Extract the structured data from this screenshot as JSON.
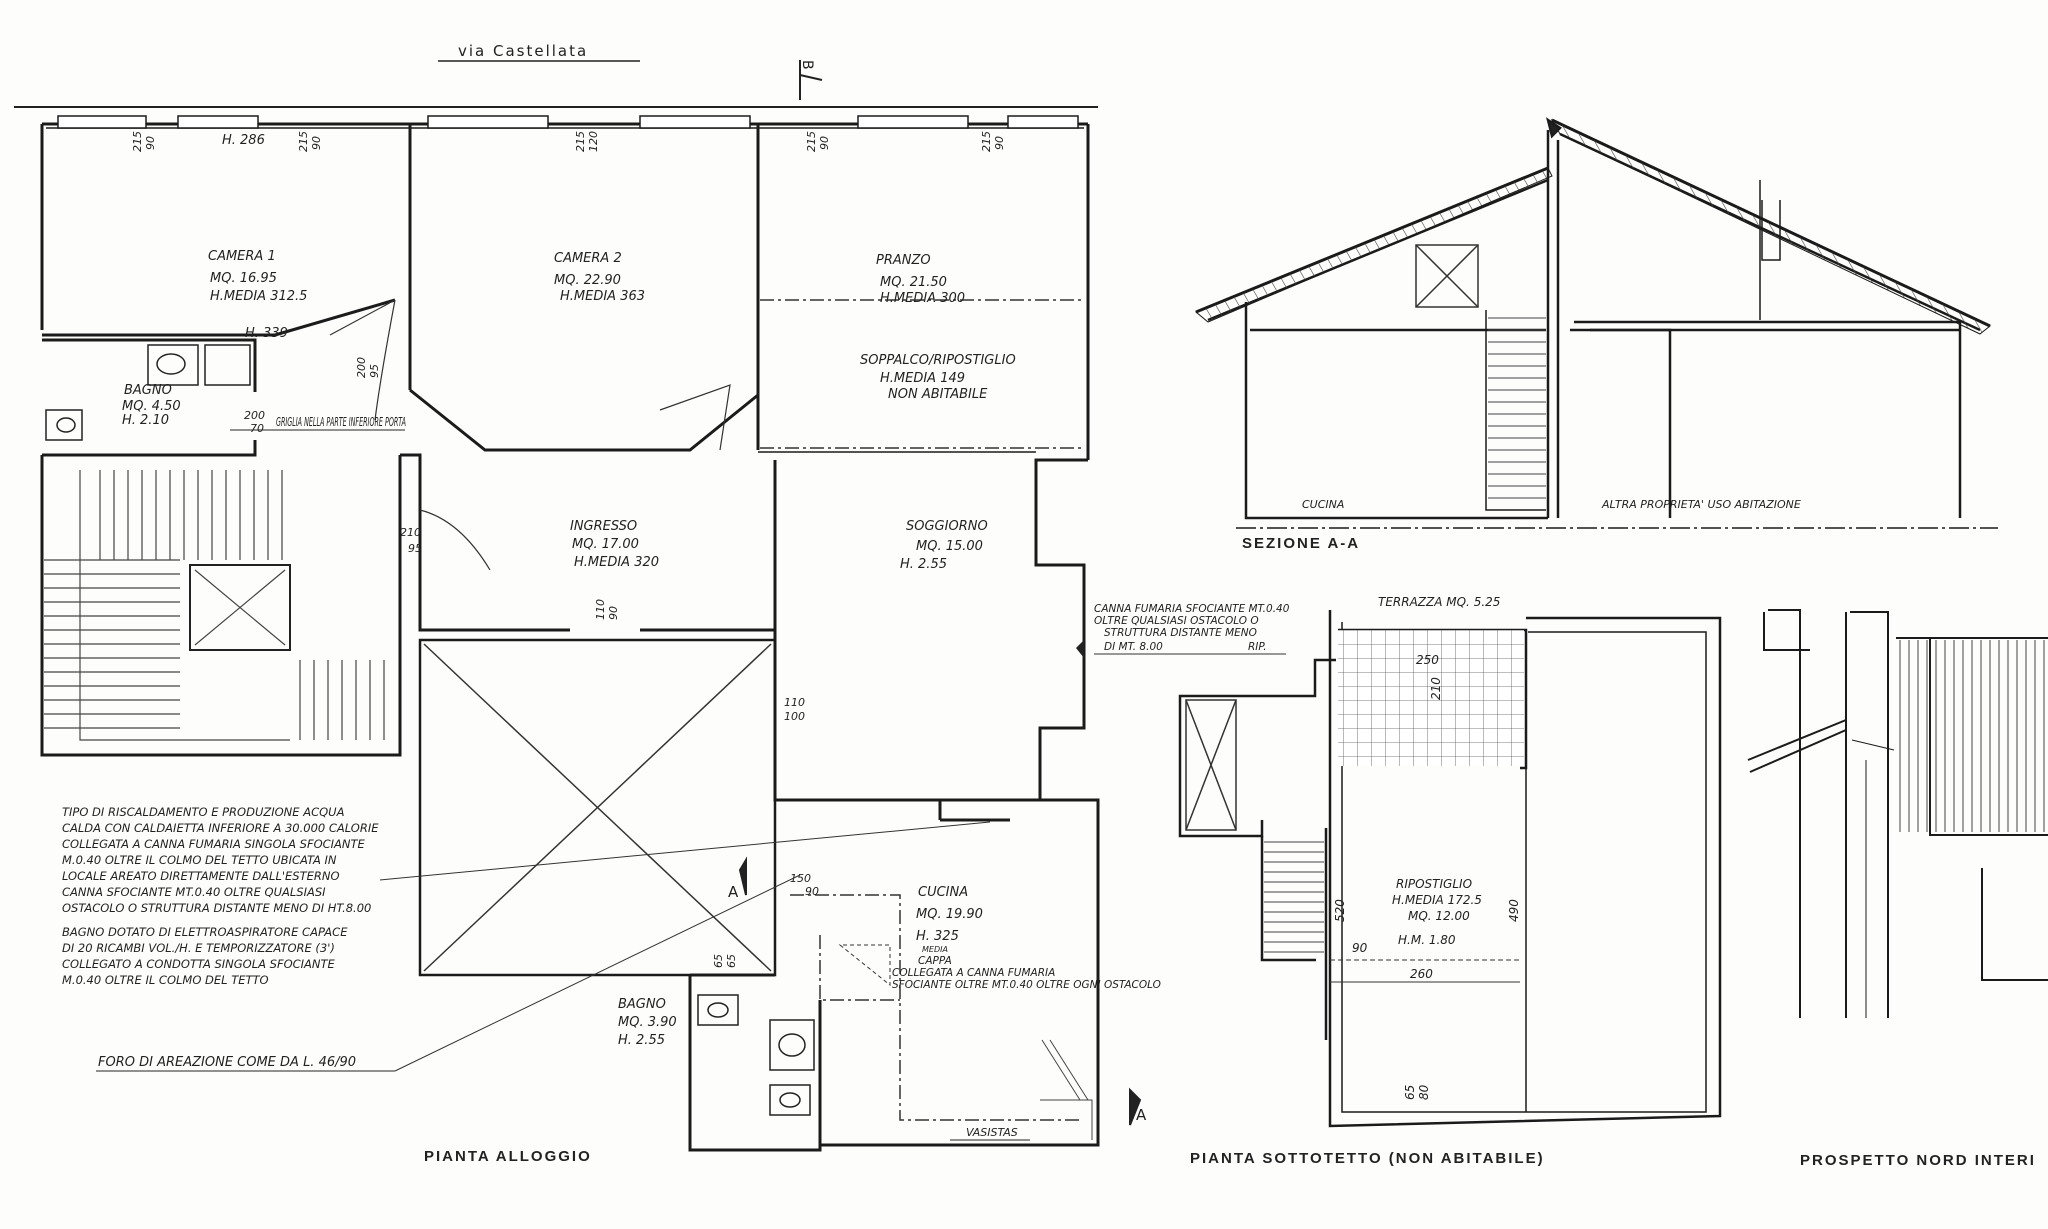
{
  "street": "via Castellata",
  "sheet_titles": {
    "pianta_alloggio": "PIANTA ALLOGGIO",
    "pianta_sottotetto": "PIANTA SOTTOTETTO (NON ABITABILE)",
    "prospetto": "PROSPETTO NORD INTERI",
    "sezione": "SEZIONE A-A"
  },
  "rooms": {
    "camera1": {
      "name": "CAMERA 1",
      "area": "MQ. 16.95",
      "height": "H.MEDIA 312.5"
    },
    "camera2": {
      "name": "CAMERA 2",
      "area": "MQ. 22.90",
      "height": "H.MEDIA 363"
    },
    "pranzo": {
      "name": "PRANZO",
      "area": "MQ. 21.50",
      "height": "H.MEDIA 300"
    },
    "soppalco": {
      "name": "SOPPALCO/RIPOSTIGLIO",
      "height": "H.MEDIA 149",
      "note": "NON ABITABILE"
    },
    "bagno1": {
      "name": "BAGNO",
      "area": "MQ. 4.50",
      "height": "H. 2.10"
    },
    "ingresso": {
      "name": "INGRESSO",
      "area": "MQ. 17.00",
      "height": "H.MEDIA 320"
    },
    "soggiorno": {
      "name": "SOGGIORNO",
      "area": "MQ. 15.00",
      "height": "H. 2.55"
    },
    "cucina": {
      "name": "CUCINA",
      "area": "MQ. 19.90",
      "height": "H. 325",
      "height_note": "MEDIA"
    },
    "bagno2": {
      "name": "BAGNO",
      "area": "MQ. 3.90",
      "height": "H. 2.55"
    },
    "ripostiglio": {
      "name": "RIPOSTIGLIO",
      "height": "H.MEDIA 172.5",
      "area": "MQ. 12.00",
      "extra": "H.M. 1.80"
    },
    "terrazza": {
      "name": "TERRAZZA MQ. 5.25"
    }
  },
  "heights": {
    "h286": "H. 286",
    "h339": "H. 339"
  },
  "dimensions": {
    "w1": "215",
    "w1b": "90",
    "w2": "215",
    "w2b": "90",
    "w3": "215",
    "w3b": "120",
    "w4": "215",
    "w4b": "90",
    "w5": "215",
    "w5b": "90",
    "d1": "200",
    "d1b": "95",
    "d2": "200",
    "d2b": "70",
    "d3": "210",
    "d3b": "95",
    "d4": "110",
    "d4b": "90",
    "d5": "110",
    "d5b": "100",
    "d6": "150",
    "d6b": "90",
    "d7": "65",
    "d7b": "65",
    "t1": "250",
    "t2": "210",
    "t3": "520",
    "t4": "490",
    "t5": "90",
    "t6": "260",
    "t7": "65",
    "t8": "80"
  },
  "notes": {
    "griglia": "GRIGLIA NELLA PARTE INFERIORE PORTA",
    "riscaldamento": [
      "TIPO DI RISCALDAMENTO E PRODUZIONE ACQUA",
      "CALDA CON CALDAIETTA INFERIORE A 30.000 CALORIE",
      "COLLEGATA A CANNA FUMARIA SINGOLA SFOCIANTE",
      "M.0.40 OLTRE IL COLMO DEL TETTO UBICATA IN",
      "LOCALE AREATO DIRETTAMENTE DALL'ESTERNO",
      "CANNA SFOCIANTE MT.0.40 OLTRE QUALSIASI",
      "OSTACOLO O STRUTTURA DISTANTE MENO DI HT.8.00",
      "BAGNO DOTATO DI ELETTROASPIRATORE CAPACE",
      "DI 20 RICAMBI VOL./H. E TEMPORIZZATORE (3')",
      "COLLEGATO A CONDOTTA SINGOLA SFOCIANTE",
      "M.0.40 OLTRE IL COLMO DEL TETTO"
    ],
    "foro": "FORO DI AREAZIONE COME DA L. 46/90",
    "canna": [
      "CANNA FUMARIA SFOCIANTE MT.0.40",
      "OLTRE QUALSIASI OSTACOLO O",
      "STRUTTURA DISTANTE MENO",
      "DI MT. 8.00",
      "RIP."
    ],
    "cappa": [
      "CAPPA",
      "COLLEGATA A CANNA FUMARIA",
      "SFOCIANTE OLTRE MT.0.40 OLTRE OGNI OSTACOLO"
    ],
    "vasistas": "VASISTAS",
    "cucina_sezione": "CUCINA",
    "altra_proprieta": "ALTRA PROPRIETA' USO ABITAZIONE"
  },
  "markers": {
    "a": "A",
    "b": "B"
  }
}
